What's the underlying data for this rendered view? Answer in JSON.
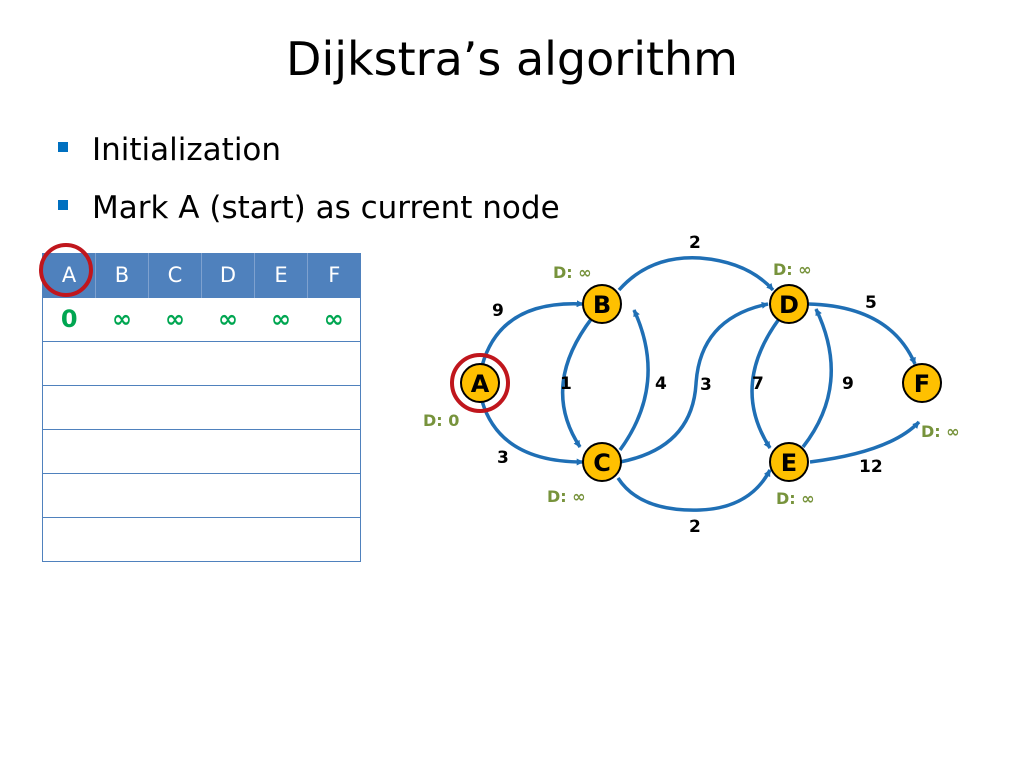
{
  "slide": {
    "title": "Dijkstra’s  algorithm",
    "bullets": [
      "Initialization",
      "Mark A (start) as current node"
    ]
  },
  "table": {
    "headers": [
      "A",
      "B",
      "C",
      "D",
      "E",
      "F"
    ],
    "rows": [
      [
        "0",
        "∞",
        "∞",
        "∞",
        "∞",
        "∞"
      ],
      [
        "",
        "",
        "",
        "",
        "",
        ""
      ],
      [
        "",
        "",
        "",
        "",
        "",
        ""
      ],
      [
        "",
        "",
        "",
        "",
        "",
        ""
      ],
      [
        "",
        "",
        "",
        "",
        "",
        ""
      ],
      [
        "",
        "",
        "",
        "",
        "",
        ""
      ]
    ],
    "highlighted_column": "A"
  },
  "graph": {
    "current_node": "A",
    "nodes": [
      {
        "id": "A",
        "label": "A",
        "dist": "D: 0"
      },
      {
        "id": "B",
        "label": "B",
        "dist": "D: ∞"
      },
      {
        "id": "C",
        "label": "C",
        "dist": "D: ∞"
      },
      {
        "id": "D",
        "label": "D",
        "dist": "D: ∞"
      },
      {
        "id": "E",
        "label": "E",
        "dist": "D: ∞"
      },
      {
        "id": "F",
        "label": "F",
        "dist": "D: ∞"
      }
    ],
    "edges": [
      {
        "from": "A",
        "to": "B",
        "weight": "9"
      },
      {
        "from": "A",
        "to": "C",
        "weight": "3"
      },
      {
        "from": "B",
        "to": "C",
        "weight": "1"
      },
      {
        "from": "C",
        "to": "B",
        "weight": "4"
      },
      {
        "from": "B",
        "to": "D",
        "weight": "2"
      },
      {
        "from": "C",
        "to": "E",
        "weight": "2"
      },
      {
        "from": "C",
        "to": "D",
        "weight": "3"
      },
      {
        "from": "D",
        "to": "E",
        "weight": "7"
      },
      {
        "from": "E",
        "to": "D",
        "weight": "9"
      },
      {
        "from": "D",
        "to": "F",
        "weight": "5"
      },
      {
        "from": "E",
        "to": "F",
        "weight": "12"
      }
    ]
  },
  "colors": {
    "node_fill": "#ffc000",
    "node_stroke": "#000000",
    "edge": "#1f6fb5",
    "ring": "#c0161d",
    "dist_text": "#77933c",
    "table_header": "#4f81bd",
    "table_value": "#00a651",
    "bullet": "#0070c0"
  }
}
